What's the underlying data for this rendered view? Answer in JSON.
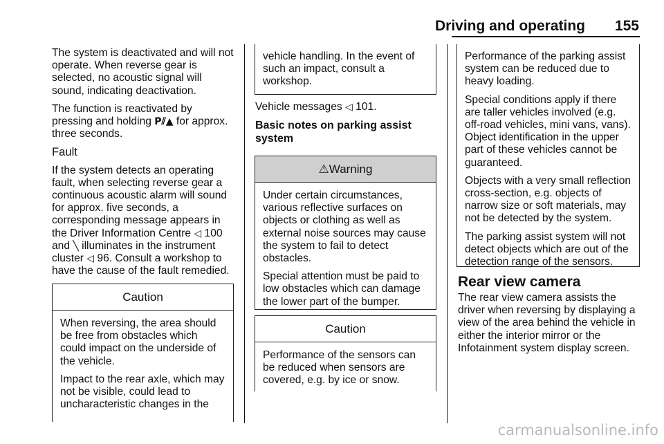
{
  "header": {
    "title": "Driving and operating",
    "page_number": "155"
  },
  "col1": {
    "p1": "The system is deactivated and will not operate. When reverse gear is selected, no acoustic signal will sound, indicating deactivation.",
    "p2_before": "The function is reactivated by pressing and holding ",
    "p2_symbol": "P",
    "p2_symbol2": "⫽▲",
    "p2_after": " for approx. three seconds.",
    "fault_heading": "Fault",
    "fault_a": "If the system detects an operating fault, when selecting reverse gear a continuous acoustic alarm will sound for approx. five seconds, a corresponding message appears in the Driver Information Centre ",
    "ref_arrow": "◁",
    "fault_ref1": "100",
    "fault_and": " and ",
    "fault_icon": "╲",
    "fault_b": " illuminates in the instrument cluster ",
    "fault_ref2": "96",
    "fault_c": ". Consult a workshop to have the cause of the fault remedied.",
    "caution_title": "Caution",
    "caution_p1": "When reversing, the area should be free from obstacles which could impact on the underside of the vehicle.",
    "caution_p2": "Impact to the rear axle, which may not be visible, could lead to uncharacteristic changes in the"
  },
  "col2": {
    "cont_text": "vehicle handling. In the event of such an impact, consult a workshop.",
    "vm_text": "Vehicle messages ",
    "vm_ref": "101",
    "vm_end": ".",
    "basic_heading": "Basic notes on parking assist system",
    "warning_icon": "⚠",
    "warning_title": "Warning",
    "warning_p1": "Under certain circumstances, various reflective surfaces on objects or clothing as well as external noise sources may cause the system to fail to detect obstacles.",
    "warning_p2": "Special attention must be paid to low obstacles which can damage the lower part of the bumper.",
    "caution_title": "Caution",
    "caution_p1": "Performance of the sensors can be reduced when sensors are covered, e.g. by ice or snow."
  },
  "col3": {
    "p1": "Performance of the parking assist system can be reduced due to heavy loading.",
    "p2": "Special conditions apply if there are taller vehicles involved (e.g. off-road vehicles, mini vans, vans). Object identification in the upper part of these vehicles cannot be guaranteed.",
    "p3": "Objects with a very small reflection cross-section, e.g. objects of narrow size or soft materials, may not be detected by the system.",
    "p4": "The parking assist system will not detect objects which are out of the detection range of the sensors.",
    "rvc_heading": "Rear view camera",
    "rvc_text": "The rear view camera assists the driver when reversing by displaying a view of the area behind the vehicle in either the interior mirror or the Infotainment system display screen."
  },
  "footer": {
    "watermark": "carmanualsonline.info"
  }
}
